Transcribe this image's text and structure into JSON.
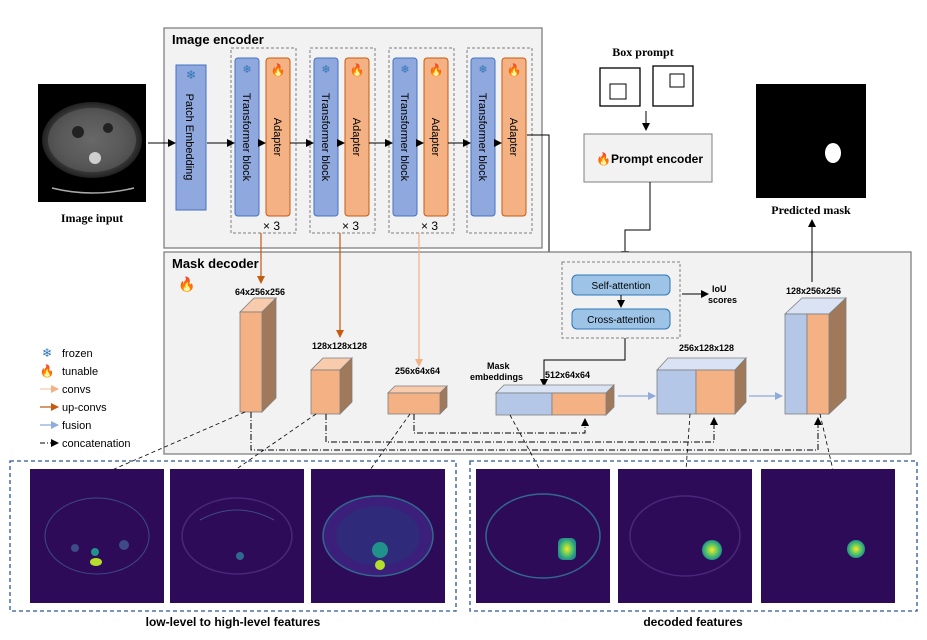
{
  "labels": {
    "image_encoder": "Image encoder",
    "mask_decoder": "Mask decoder",
    "image_input": "Image input",
    "predicted_mask": "Predicted mask",
    "box_prompt": "Box prompt",
    "prompt_encoder": "Prompt encoder",
    "patch_embedding": "Patch Embedding",
    "transformer_block": "Transformer block",
    "adapter": "Adapter",
    "repeat": "× 3",
    "self_attention": "Self-attention",
    "cross_attention": "Cross-attention",
    "iou_scores_1": "IoU",
    "iou_scores_2": "scores",
    "mask_embeddings_1": "Mask",
    "mask_embeddings_2": "embeddings",
    "dim_64": "64x256x256",
    "dim_128": "128x128x128",
    "dim_256": "256x64x64",
    "dim_512": "512x64x64",
    "dim_256b": "256x128x128",
    "dim_128b": "128x256x256",
    "low_level": "low-level to high-level features",
    "decoded": "decoded features"
  },
  "legend": [
    {
      "icon": "snowflake-icon",
      "label": "frozen"
    },
    {
      "icon": "flame-icon",
      "label": "tunable"
    },
    {
      "icon": "convs-arrow",
      "label": "convs"
    },
    {
      "icon": "up-convs-arrow",
      "label": "up-convs"
    },
    {
      "icon": "fusion-arrow",
      "label": "fusion"
    },
    {
      "icon": "concatenation-arrow",
      "label": "concatenation"
    }
  ],
  "colors": {
    "blue_block": "#8fa8dd",
    "orange_block": "#f4b183",
    "orange_arrow": "#c55a11",
    "light_orange_arrow": "#f8cbad",
    "blue_arrow": "#8faadc",
    "panel_bg": "#f2f2f2",
    "feature_bg": "#3b0f6f",
    "dashed_blue": "#2f5597"
  }
}
